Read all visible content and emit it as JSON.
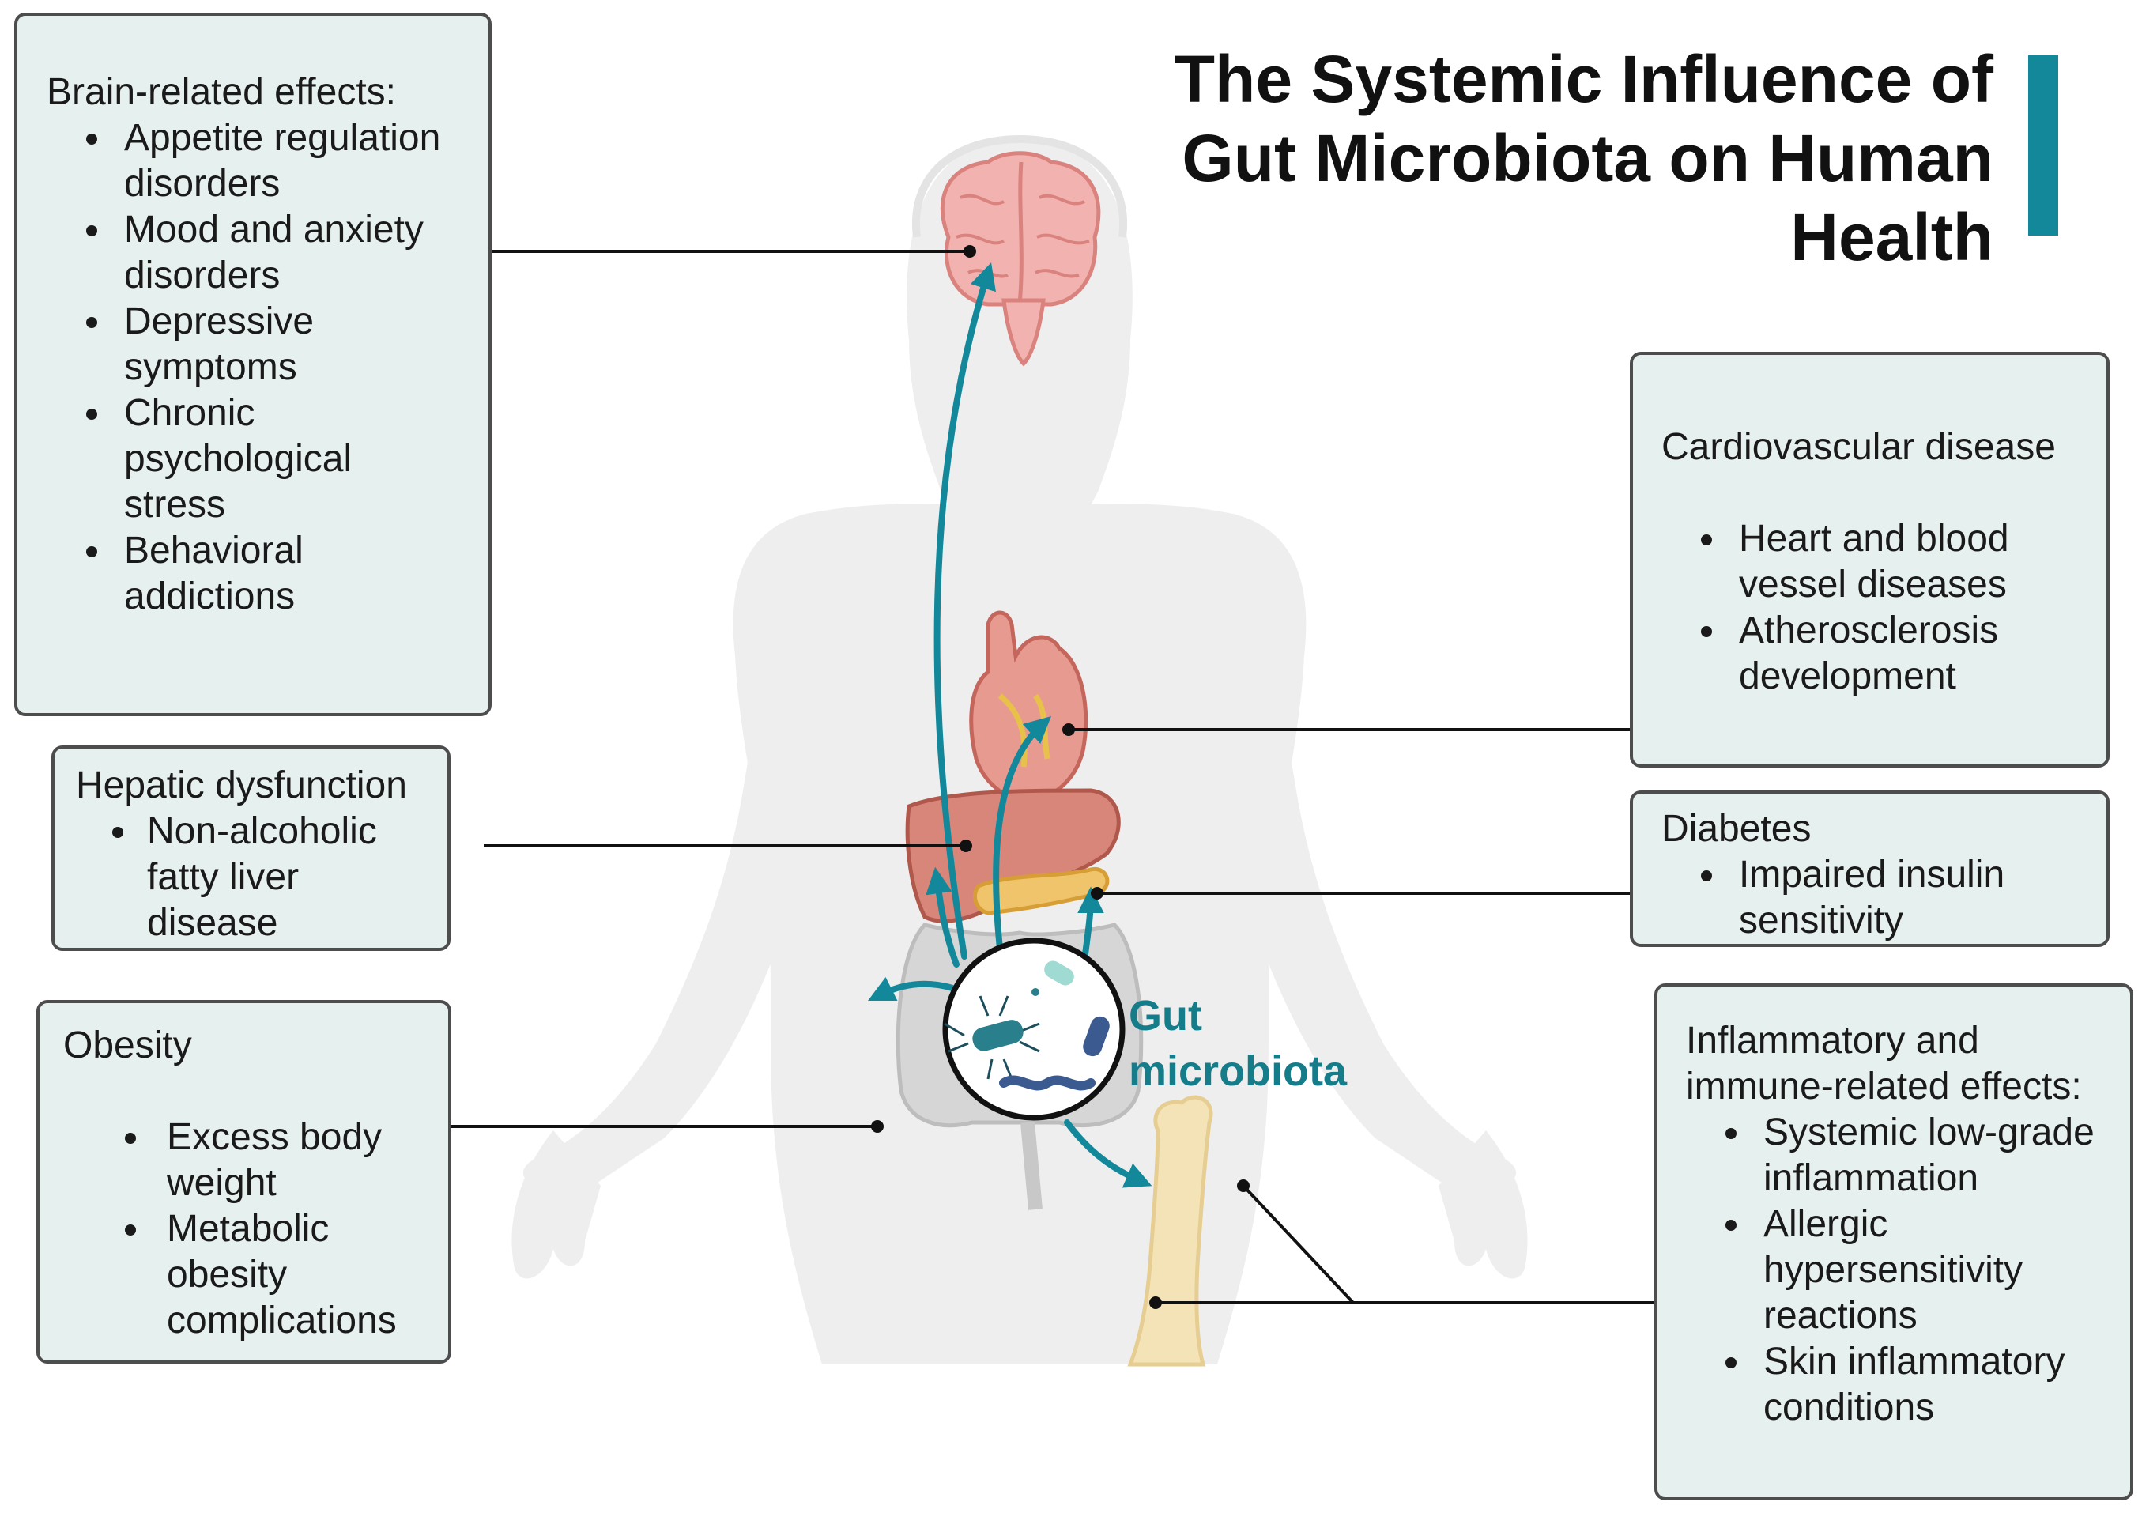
{
  "title": {
    "line1": "The Systemic Influence of",
    "line2": "Gut Microbiota on Human",
    "line3": "Health",
    "accent_color": "#12889a"
  },
  "center": {
    "label_line1": "Gut",
    "label_line2": "microbiota",
    "label_color": "#157c8a",
    "arrow_color": "#12889a",
    "icons": [
      "body-silhouette",
      "brain-icon",
      "heart-icon",
      "liver-icon",
      "pancreas-icon",
      "intestine-icon",
      "bone-icon",
      "bacteria-icon"
    ]
  },
  "boxes": {
    "brain": {
      "heading": "Brain-related effects:",
      "items": [
        "Appetite regulation disorders",
        "Mood and anxiety disorders",
        "Depressive symptoms",
        "Chronic psychological stress",
        "Behavioral addictions"
      ]
    },
    "hepatic": {
      "heading": "Hepatic dysfunction",
      "items": [
        "Non-alcoholic fatty liver disease"
      ]
    },
    "obesity": {
      "heading": "Obesity",
      "items": [
        "Excess body weight",
        "Metabolic obesity complications"
      ]
    },
    "cardio": {
      "heading": "Cardiovascular disease",
      "items": [
        "Heart and blood vessel diseases",
        "Atherosclerosis development"
      ]
    },
    "diabetes": {
      "heading": "Diabetes",
      "items": [
        "Impaired insulin sensitivity"
      ]
    },
    "inflammatory": {
      "heading_line1": "Inflammatory and",
      "heading_line2": "immune-related effects:",
      "items": [
        "Systemic low-grade inflammation",
        "Allergic hypersensitivity reactions",
        "Skin inflammatory conditions"
      ]
    }
  },
  "colors": {
    "box_fill": "#e6f0ef",
    "box_border": "#4d4d4d",
    "silhouette": "#efefef"
  }
}
